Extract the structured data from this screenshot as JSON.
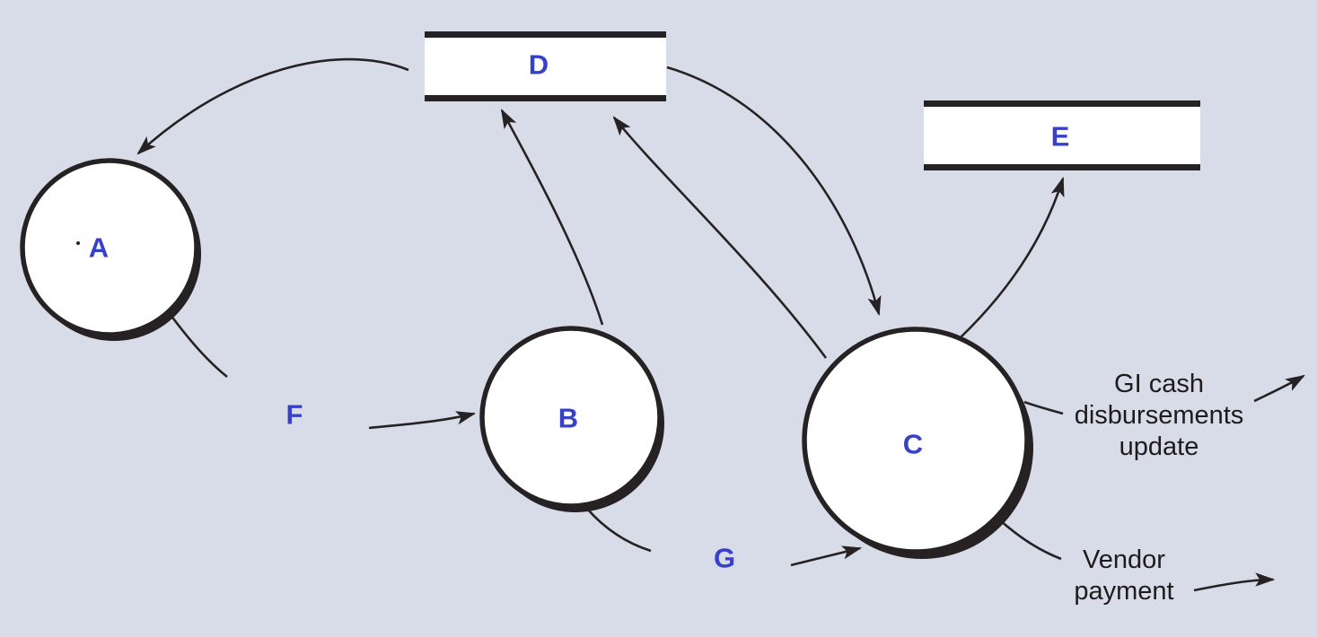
{
  "colors": {
    "background": "#d8dbe8",
    "line": "#262223",
    "accent_blue": "#3741c8",
    "shape_fill": "#ffffff",
    "text_black": "#1f1b1c"
  },
  "diagram": {
    "type": "data-flow-diagram",
    "processes": [
      {
        "id": "A",
        "label": "A"
      },
      {
        "id": "B",
        "label": "B"
      },
      {
        "id": "C",
        "label": "C"
      }
    ],
    "data_stores": [
      {
        "id": "D",
        "label": "D"
      },
      {
        "id": "E",
        "label": "E"
      }
    ],
    "flow_labels": [
      {
        "id": "F",
        "label": "F"
      },
      {
        "id": "G",
        "label": "G"
      }
    ],
    "annotations": [
      {
        "id": "gl-cash",
        "text": "GI cash disbursements update"
      },
      {
        "id": "vendor-payment",
        "text": "Vendor payment"
      }
    ],
    "flows": [
      {
        "from": "D",
        "to": "A",
        "label": ""
      },
      {
        "from": "A",
        "to": "B",
        "label": "F"
      },
      {
        "from": "B",
        "to": "D",
        "label": ""
      },
      {
        "from": "C",
        "to": "D",
        "label": ""
      },
      {
        "from": "D",
        "to": "C",
        "label": ""
      },
      {
        "from": "C",
        "to": "E",
        "label": ""
      },
      {
        "from": "B",
        "to": "C",
        "label": "G"
      },
      {
        "from": "C",
        "to": "off-page",
        "label": "GI cash disbursements update"
      },
      {
        "from": "C",
        "to": "off-page",
        "label": "Vendor payment"
      }
    ]
  }
}
